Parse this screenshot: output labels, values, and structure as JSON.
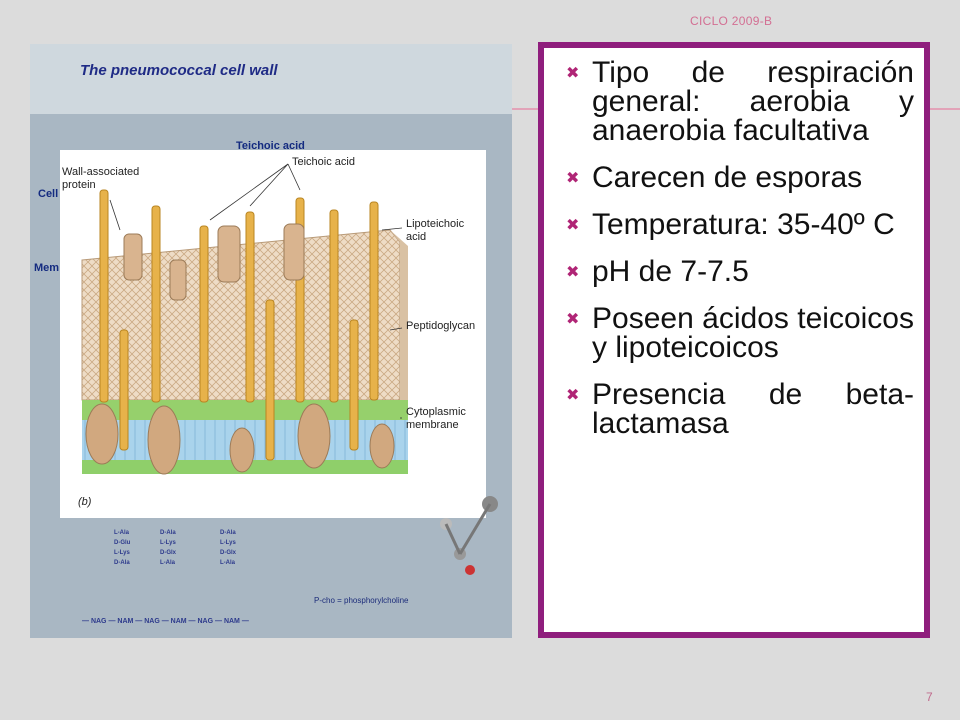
{
  "header": {
    "label": "CICLO 2009-B"
  },
  "figure": {
    "title": "The pneumococcal cell wall",
    "bg_labels": [
      "Teichoic acid",
      "Cell",
      "Mem"
    ],
    "inset_labels": {
      "wall_protein": "Wall-associated protein",
      "teichoic": "Teichoic acid",
      "lipoteichoic": "Lipoteichoic acid",
      "peptidoglycan": "Peptidoglycan",
      "cytoplasmic": "Cytoplasmic membrane",
      "panel": "(b)"
    },
    "chains": [
      "L-Ala\nD-Glu\nL-Lys\nD-Ala",
      "D-Ala\nL-Lys\nD-Glx\nL-Ala",
      "D-Ala\nL-Lys\nD-Glx\nL-Ala"
    ],
    "bottom_row": "— NAG — NAM — NAG — NAM — NAG — NAM —",
    "note": "P-cho = phosphorylcholine"
  },
  "bullets": [
    "Tipo de respiración general: aerobia y anaerobia facultativa",
    "Carecen de esporas",
    "Temperatura: 35-40º C",
    "pH de 7-7.5",
    "Poseen ácidos teicoicos y lipoteicoicos",
    "Presencia de beta-lactamasa"
  ],
  "bullet_icon": "x-mark-icon",
  "colors": {
    "accent": "#8f1e7d",
    "bullet": "#b02576",
    "header": "#d36f93"
  },
  "page_number": "7"
}
